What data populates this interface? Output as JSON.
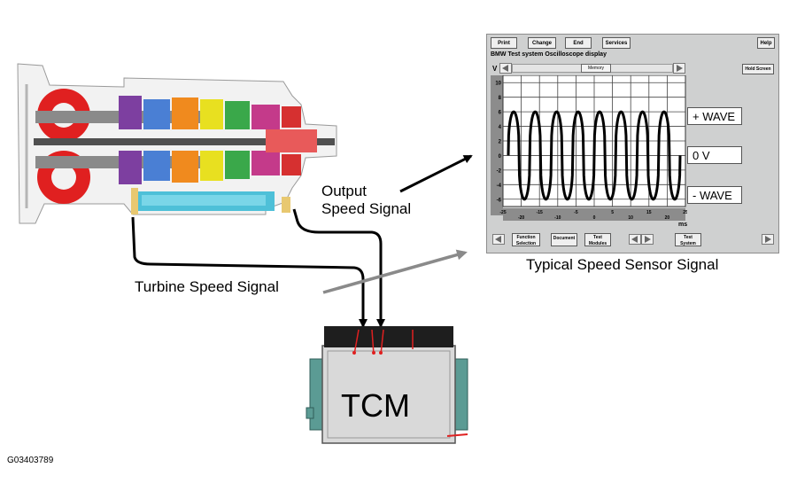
{
  "labels": {
    "output_signal": [
      "Output",
      "Speed Signal"
    ],
    "turbine_signal": "Turbine Speed Signal",
    "scope_caption": "Typical Speed Sensor Signal",
    "tcm": "TCM",
    "figure_code": "G03403789"
  },
  "scope": {
    "buttons_top": [
      "Print",
      "Change",
      "End",
      "Services"
    ],
    "help": "Help",
    "title": "BMW  Test system  Oscilloscope display",
    "unit_v": "V",
    "memory": "Memory",
    "hold_screen": "Hold Screen",
    "y_ticks": [
      "10",
      "8",
      "6",
      "4",
      "2",
      "0",
      "-2",
      "-4",
      "-6"
    ],
    "x_ticks": [
      "-25",
      "-20",
      "-15",
      "-10",
      "-5",
      "0",
      "5",
      "10",
      "15",
      "20",
      "25"
    ],
    "unit_ms": "ms",
    "wave_labels": [
      "+ WAVE",
      "0 V",
      "- WAVE"
    ],
    "buttons_bottom": [
      [
        "Function",
        "Selection"
      ],
      [
        "Document"
      ],
      [
        "Test",
        "Modules"
      ],
      [
        "Test",
        "System"
      ]
    ],
    "signal": {
      "amplitude_v": 6,
      "cycles": 8,
      "color": "#000000"
    }
  },
  "colors": {
    "scope_bg": "#cfd0d0",
    "tcm_body": "#d9d9d9",
    "tcm_side": "#5b9b94",
    "arrow_black": "#000000",
    "arrow_gray": "#8a8a8a"
  }
}
